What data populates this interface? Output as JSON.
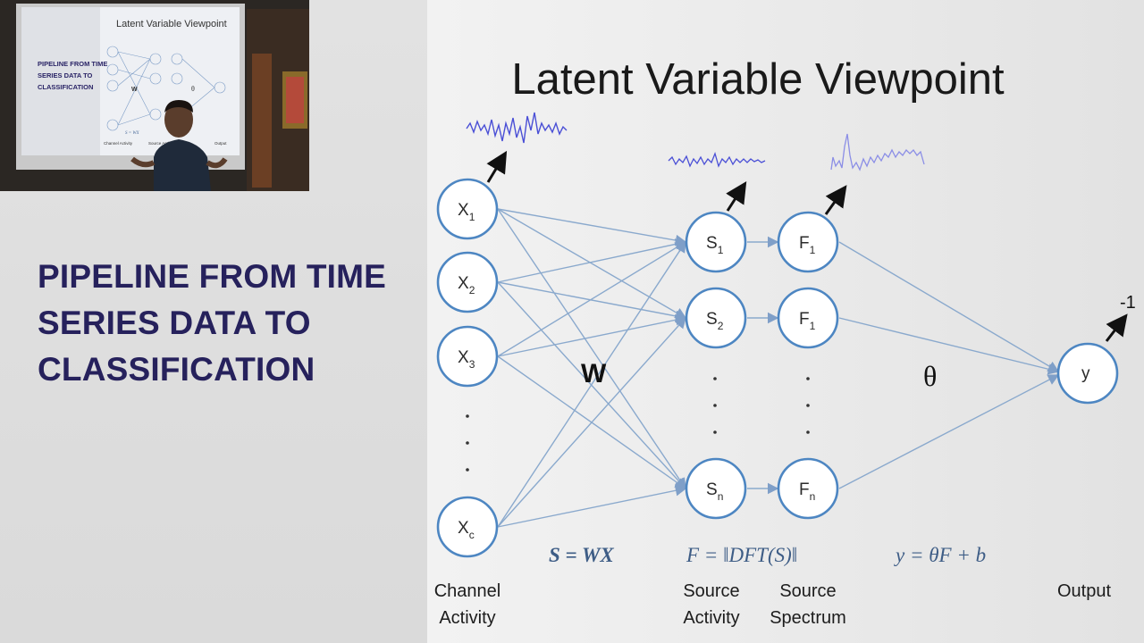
{
  "left_panel": {
    "title": "PIPELINE FROM TIME\nSERIES DATA TO\nCLASSIFICATION"
  },
  "webcam": {
    "screen_slide_title": "Latent Variable Viewpoint",
    "screen_left_text": "PIPELINE FROM TIME\nSERIES DATA TO\nCLASSIFICATION",
    "screen_w_label": "W",
    "screen_theta_label": "θ",
    "screen_eq1": "S = WX",
    "screen_label_channel": "Channel Activity",
    "screen_label_source": "Source Activity",
    "screen_label_output": "Output"
  },
  "slide": {
    "title": "Latent Variable Viewpoint",
    "inputs": [
      {
        "main": "X",
        "sub": "1"
      },
      {
        "main": "X",
        "sub": "2"
      },
      {
        "main": "X",
        "sub": "3"
      },
      {
        "main": "X",
        "sub": "c"
      }
    ],
    "sources": [
      {
        "main": "S",
        "sub": "1"
      },
      {
        "main": "S",
        "sub": "2"
      },
      {
        "main": "S",
        "sub": "n"
      }
    ],
    "spectra": [
      {
        "main": "F",
        "sub": "1"
      },
      {
        "main": "F",
        "sub": "1"
      },
      {
        "main": "F",
        "sub": "n"
      }
    ],
    "output": {
      "main": "y"
    },
    "output_value": "-1",
    "weight_label": "W",
    "theta_label": "θ",
    "equations": {
      "s": "S = WX",
      "f": "F = ‖DFT(S)‖",
      "y": "y = θF + b"
    },
    "column_labels": {
      "channel_line1": "Channel",
      "channel_line2": "Activity",
      "source_line1": "Source",
      "source_line2": "Activity",
      "spectrum_line1": "Source",
      "spectrum_line2": "Spectrum",
      "output": "Output"
    }
  },
  "colors": {
    "node_stroke": "#4d86c2",
    "edge": "#8aa9cd",
    "signal": "#4a4fd6",
    "title_purple": "#26215c"
  }
}
